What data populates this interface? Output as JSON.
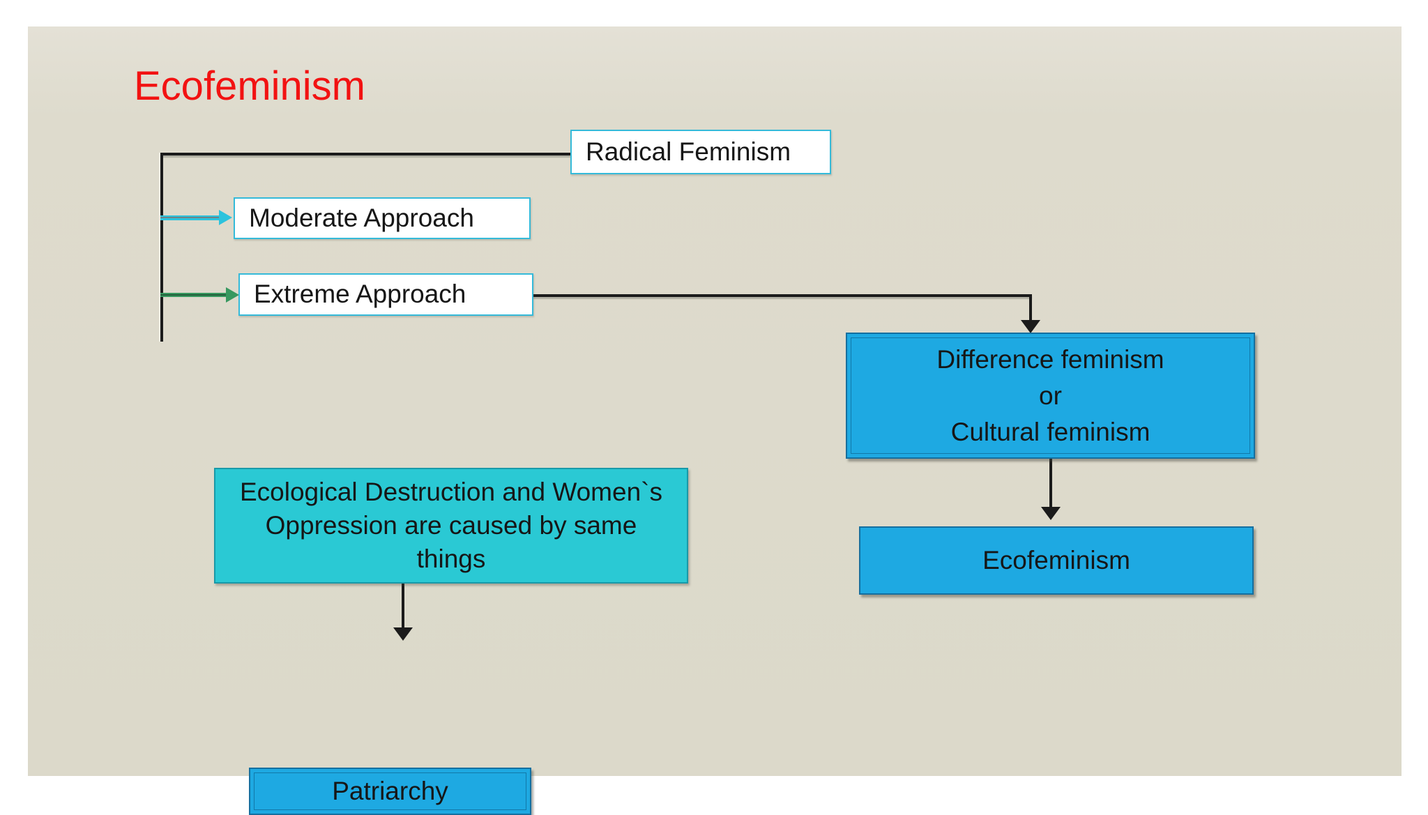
{
  "slide": {
    "title": {
      "text": "Ecofeminism",
      "color": "#f21212"
    },
    "background_color": "#dcd9ca",
    "page_border_color": "#ffffff",
    "boxes": {
      "radical": {
        "label": "Radical Feminism",
        "fill": "#ffffff",
        "border": "#35bad9"
      },
      "moderate": {
        "label": "Moderate Approach",
        "fill": "#ffffff",
        "border": "#35bad9"
      },
      "extreme": {
        "label": "Extreme Approach",
        "fill": "#ffffff",
        "border": "#35bad9"
      },
      "difference": {
        "lines": [
          "Difference feminism",
          "or",
          "Cultural feminism"
        ],
        "fill": "#1ea9e2",
        "border": "#156f9f"
      },
      "ecofeminism": {
        "label": "Ecofeminism",
        "fill": "#1ea9e2",
        "border": "#156f9f"
      },
      "ecological": {
        "lines": [
          "Ecological Destruction and Women`s",
          "Oppression are caused by same",
          "things"
        ],
        "fill": "#2ac9d4",
        "border": "#1899a8"
      },
      "patriarchy": {
        "label": "Patriarchy",
        "fill": "#1ea9e2",
        "border": "#156f9f"
      }
    },
    "connectors": {
      "line_color": "#1b1b1b",
      "moderate_arrow_color": "#2cc3dd",
      "extreme_arrow_color": "#37985f"
    }
  }
}
